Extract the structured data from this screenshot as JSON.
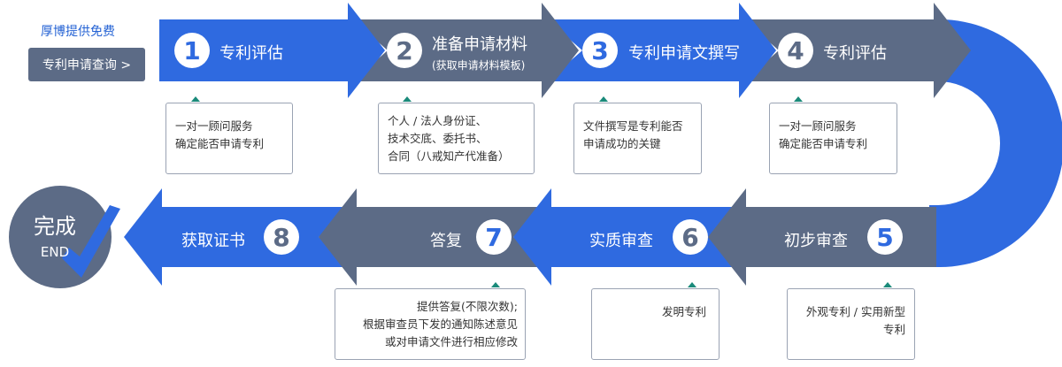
{
  "brand": {
    "text": "厚博提供免费"
  },
  "query_button": {
    "label": "专利申请查询 >"
  },
  "colors": {
    "blue": "#2f6ae0",
    "slate": "#5c6b86",
    "note_border": "#9aa3b3",
    "teal": "#1a8a7a"
  },
  "steps": [
    {
      "number": "1",
      "label": "专利评估",
      "sub": ""
    },
    {
      "number": "2",
      "label": "准备申请材料",
      "sub": "(获取申请材料模板)"
    },
    {
      "number": "3",
      "label": "专利申请文撰写",
      "sub": ""
    },
    {
      "number": "4",
      "label": "专利评估",
      "sub": ""
    },
    {
      "number": "5",
      "label": "初步审查",
      "sub": ""
    },
    {
      "number": "6",
      "label": "实质审查",
      "sub": ""
    },
    {
      "number": "7",
      "label": "答复",
      "sub": ""
    },
    {
      "number": "8",
      "label": "获取证书",
      "sub": ""
    }
  ],
  "done": {
    "title": "完成",
    "sub": "END"
  },
  "notes": [
    {
      "lines": [
        "一对一顾问服务",
        "确定能否申请专利"
      ]
    },
    {
      "lines": [
        "个人 / 法人身份证、",
        "技术交底、委托书、",
        "合同（八戒知产代准备）"
      ]
    },
    {
      "lines": [
        "文件撰写是专利能否",
        "申请成功的关键"
      ]
    },
    {
      "lines": [
        "一对一顾问服务",
        "确定能否申请专利"
      ]
    },
    {
      "lines": [
        "外观专利 / 实用新型",
        "专利"
      ]
    },
    {
      "lines": [
        "发明专利"
      ]
    },
    {
      "lines": [
        "提供答复(不限次数);",
        "根据审查员下发的通知陈述意见",
        "或对申请文件进行相应修改"
      ]
    }
  ]
}
